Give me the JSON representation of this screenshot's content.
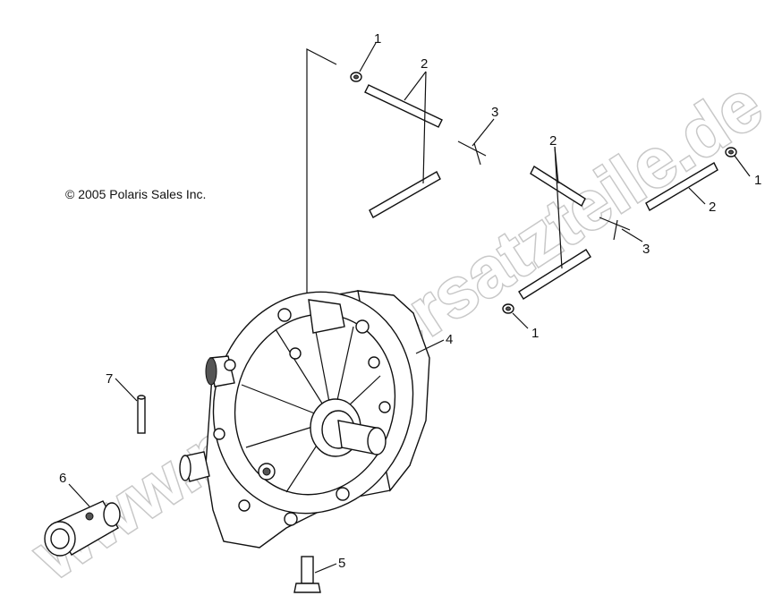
{
  "copyright": "© 2005 Polaris Sales Inc.",
  "watermark": "www.polarisersatzteile.de",
  "callouts": {
    "c1a": "1",
    "c1b": "1",
    "c1c": "1",
    "c2a": "2",
    "c2b": "2",
    "c2c": "2",
    "c3a": "3",
    "c3b": "3",
    "c4": "4",
    "c5": "5",
    "c6": "6",
    "c7": "7"
  }
}
